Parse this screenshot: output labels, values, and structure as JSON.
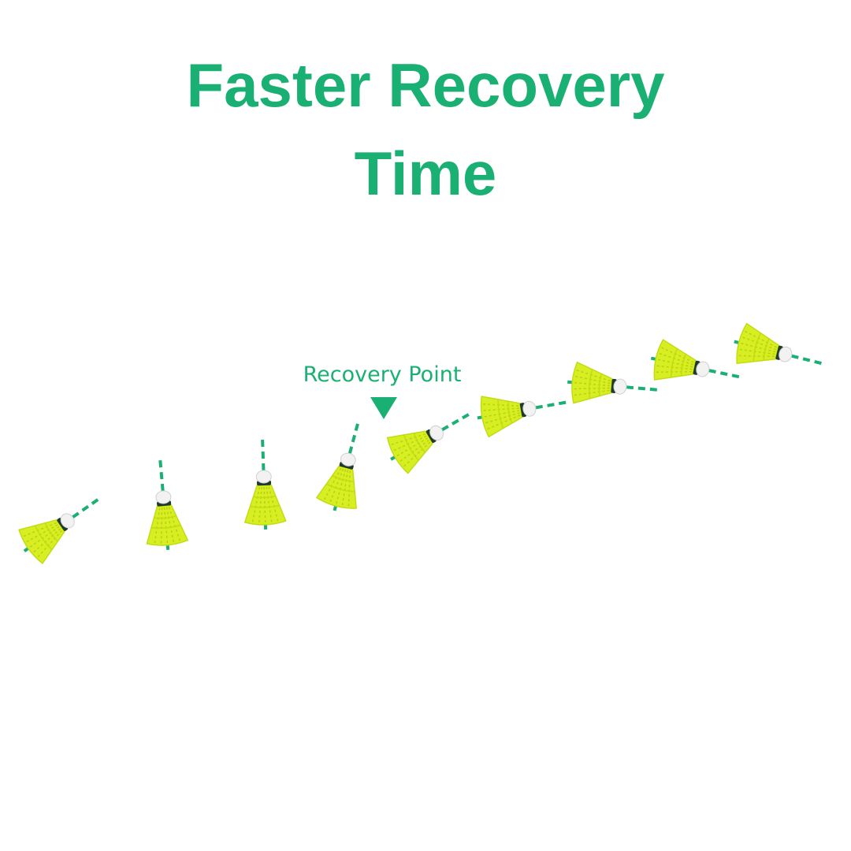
{
  "title": {
    "line1": "Faster Recovery",
    "line2": "Time"
  },
  "callout": {
    "label": "Recovery Point",
    "marker": "down-triangle-icon"
  },
  "shuttlecock_count": 9,
  "colors": {
    "accent": "#1bb073",
    "skirt": "#d7ee22",
    "skirt_shade": "#c2dc14",
    "cork": "#f2f2f2",
    "band": "#1d3a2b",
    "background": "#ffffff"
  }
}
